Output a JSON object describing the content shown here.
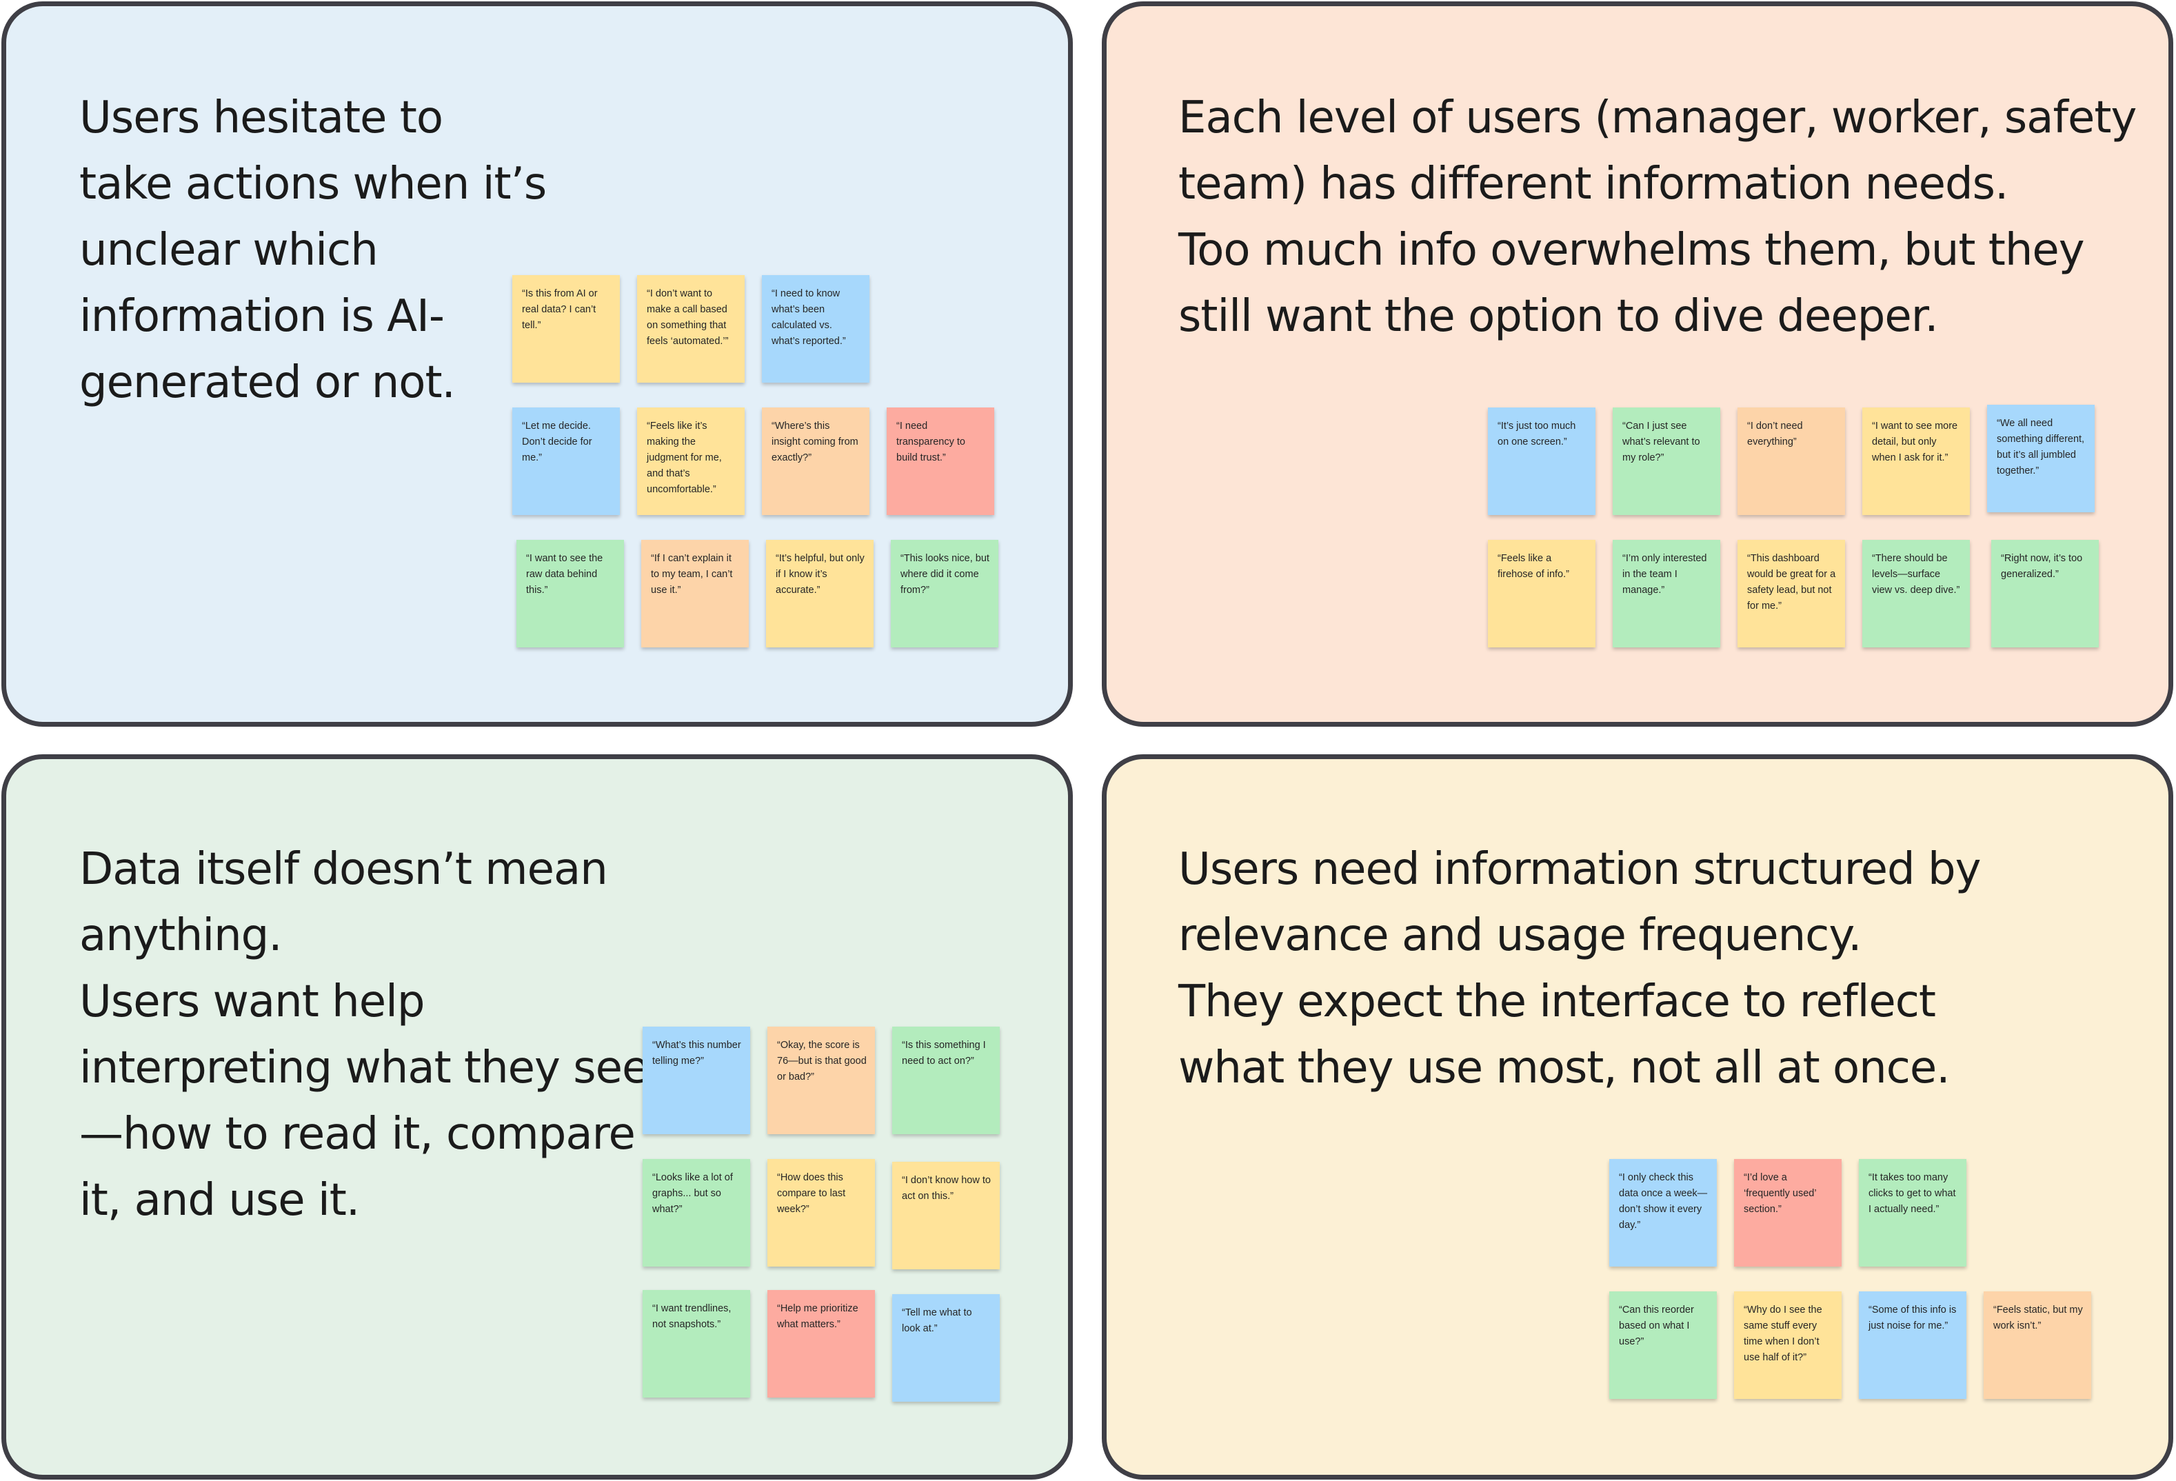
{
  "panels": [
    {
      "headline": "Users hesitate to\ntake actions when it’s\nunclear which\ninformation is AI-\ngenerated or not.",
      "background": "#e3eff8",
      "notes": [
        {
          "text": "“Is this from AI or real data? I can’t tell.”",
          "color": "yellow"
        },
        {
          "text": "“I don’t want to make a call based on something that feels ‘automated.’”",
          "color": "yellow"
        },
        {
          "text": "“I need to know what’s been calculated vs. what’s reported.”",
          "color": "blue"
        },
        {
          "text": "“Let me decide. Don’t decide for me.”",
          "color": "blue"
        },
        {
          "text": "“Feels like it’s making the judgment for me, and that’s uncomfortable.”",
          "color": "yellow"
        },
        {
          "text": "“Where’s this insight coming from exactly?”",
          "color": "orange"
        },
        {
          "text": "“I need transparency to build trust.”",
          "color": "red"
        },
        {
          "text": "“I want to see the raw data behind this.”",
          "color": "green"
        },
        {
          "text": "“If I can’t explain it to my team, I can’t use it.”",
          "color": "orange"
        },
        {
          "text": "“It’s helpful, but only if I know it’s accurate.”",
          "color": "yellow"
        },
        {
          "text": "“This looks nice, but where did it come from?”",
          "color": "green"
        }
      ]
    },
    {
      "headline": "Each level of users (manager, worker, safety\nteam) has different information needs.\n Too much info overwhelms them, but they\nstill want the option to dive deeper.",
      "background": "#fde5d6",
      "notes": [
        {
          "text": "“It’s just too much on one screen.”",
          "color": "blue"
        },
        {
          "text": "“Can I just see what’s relevant to my role?”",
          "color": "green"
        },
        {
          "text": "“I don’t need everything”",
          "color": "orange"
        },
        {
          "text": "“I want to see more detail, but only when I ask for it.”",
          "color": "yellow"
        },
        {
          "text": "“We all need something different, but it’s all jumbled together.”",
          "color": "blue"
        },
        {
          "text": "“Feels like a firehose of info.”",
          "color": "yellow"
        },
        {
          "text": "“I’m only interested in the team I manage.”",
          "color": "green"
        },
        {
          "text": "“This dashboard would be great for a safety lead, but not for me.”",
          "color": "yellow"
        },
        {
          "text": "“There should be levels—surface view vs. deep dive.”",
          "color": "green"
        },
        {
          "text": "“Right now, it’s too generalized.”",
          "color": "green"
        }
      ]
    },
    {
      "headline": "Data itself doesn’t mean\nanything.\n Users want help\ninterpreting what they see\n—how to read it, compare\nit, and use it.",
      "background": "#e4f1e7",
      "notes": [
        {
          "text": "“What’s this number telling me?”",
          "color": "blue"
        },
        {
          "text": "“Okay, the score is 76—but is that good or bad?”",
          "color": "orange"
        },
        {
          "text": "“Is this something I need to act on?”",
          "color": "green"
        },
        {
          "text": "“Looks like a lot of graphs... but so what?”",
          "color": "green"
        },
        {
          "text": "“How does this compare to last week?”",
          "color": "yellow"
        },
        {
          "text": "“I don’t know how to act on this.”",
          "color": "yellow"
        },
        {
          "text": "“I want trendlines, not snapshots.”",
          "color": "green"
        },
        {
          "text": "“Help me prioritize what matters.”",
          "color": "red"
        },
        {
          "text": "“Tell me what to look at.”",
          "color": "blue"
        }
      ]
    },
    {
      "headline": "Users need information structured by\nrelevance and usage frequency.\n They expect the interface to reflect\nwhat they use most, not all at once.",
      "background": "#fcf0d5",
      "notes": [
        {
          "text": "“I only check this data once a week—don’t show it every day.”",
          "color": "blue"
        },
        {
          "text": "“I’d love a ‘frequently used’ section.”",
          "color": "red"
        },
        {
          "text": "“It takes too many clicks to get to what I actually need.”",
          "color": "green"
        },
        {
          "text": "“Can this reorder based on what I use?”",
          "color": "green"
        },
        {
          "text": "“Why do I see the same stuff every time when I don’t use half of it?”",
          "color": "yellow"
        },
        {
          "text": "“Some of this info is just noise for me.”",
          "color": "blue"
        },
        {
          "text": "“Feels static, but my work isn’t.”",
          "color": "orange"
        }
      ]
    }
  ]
}
